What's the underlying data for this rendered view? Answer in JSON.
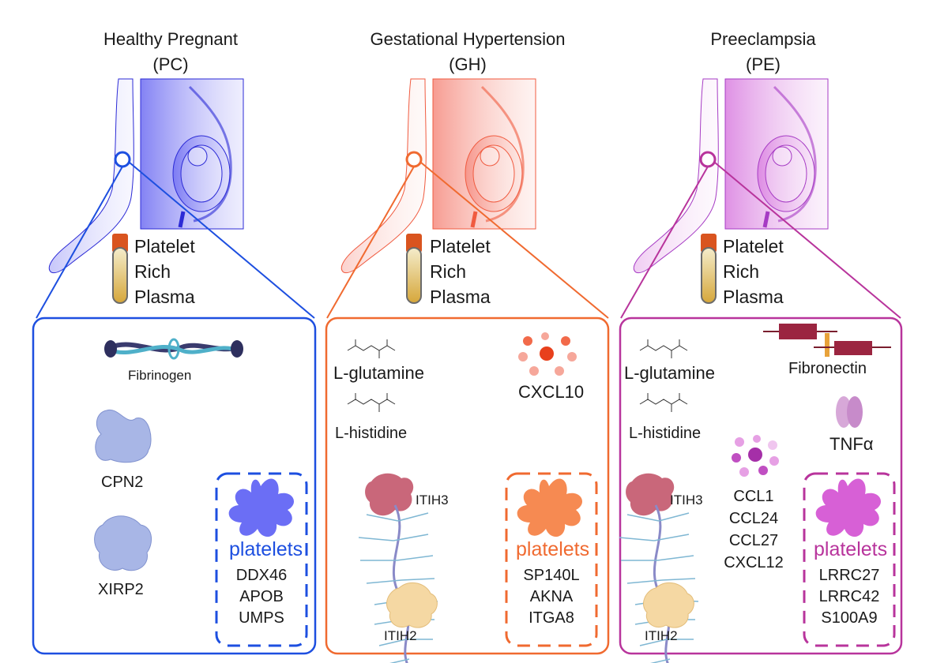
{
  "colors": {
    "pc": "#1d4fe0",
    "gh": "#f06a30",
    "pe": "#b8349c"
  },
  "panels": [
    {
      "id": "pc",
      "title": "Healthy Pregnant",
      "abbr": "(PC)",
      "sample": [
        "Platelet",
        "Rich",
        "Plasma"
      ],
      "proteins": {
        "fibrinogen": "Fibrinogen",
        "cpn2": "CPN2",
        "xirp2": "XIRP2"
      },
      "platelets": {
        "title": "platelets",
        "genes": [
          "DDX46",
          "APOB",
          "UMPS"
        ]
      }
    },
    {
      "id": "gh",
      "title": "Gestational Hypertension",
      "abbr": "(GH)",
      "sample": [
        "Platelet",
        "Rich",
        "Plasma"
      ],
      "metabolites": {
        "glutamine": "L-glutamine",
        "histidine": "L-histidine"
      },
      "cytokine": "CXCL10",
      "proteins": {
        "itih3": "ITIH3",
        "itih2": "ITIH2"
      },
      "platelets": {
        "title": "platelets",
        "genes": [
          "SP140L",
          "AKNA",
          "ITGA8"
        ]
      }
    },
    {
      "id": "pe",
      "title": "Preeclampsia",
      "abbr": "(PE)",
      "sample": [
        "Platelet",
        "Rich",
        "Plasma"
      ],
      "metabolites": {
        "glutamine": "L-glutamine",
        "histidine": "L-histidine"
      },
      "proteins": {
        "fibronectin": "Fibronectin",
        "tnf": "TNFα",
        "itih3": "ITIH3",
        "itih2": "ITIH2"
      },
      "chemokines": [
        "CCL1",
        "CCL24",
        "CCL27",
        "CXCL12"
      ],
      "platelets": {
        "title": "platelets",
        "genes": [
          "LRRC27",
          "LRRC42",
          "S100A9"
        ]
      }
    }
  ],
  "icon_names": [
    "pregnant-figure",
    "blood-tube",
    "fibrinogen-icon",
    "protein-blob-icon",
    "platelet-icon",
    "molecule-structure-icon",
    "chemokine-dots-icon",
    "itih-chain-icon",
    "fibronectin-icon",
    "tnf-icon"
  ]
}
